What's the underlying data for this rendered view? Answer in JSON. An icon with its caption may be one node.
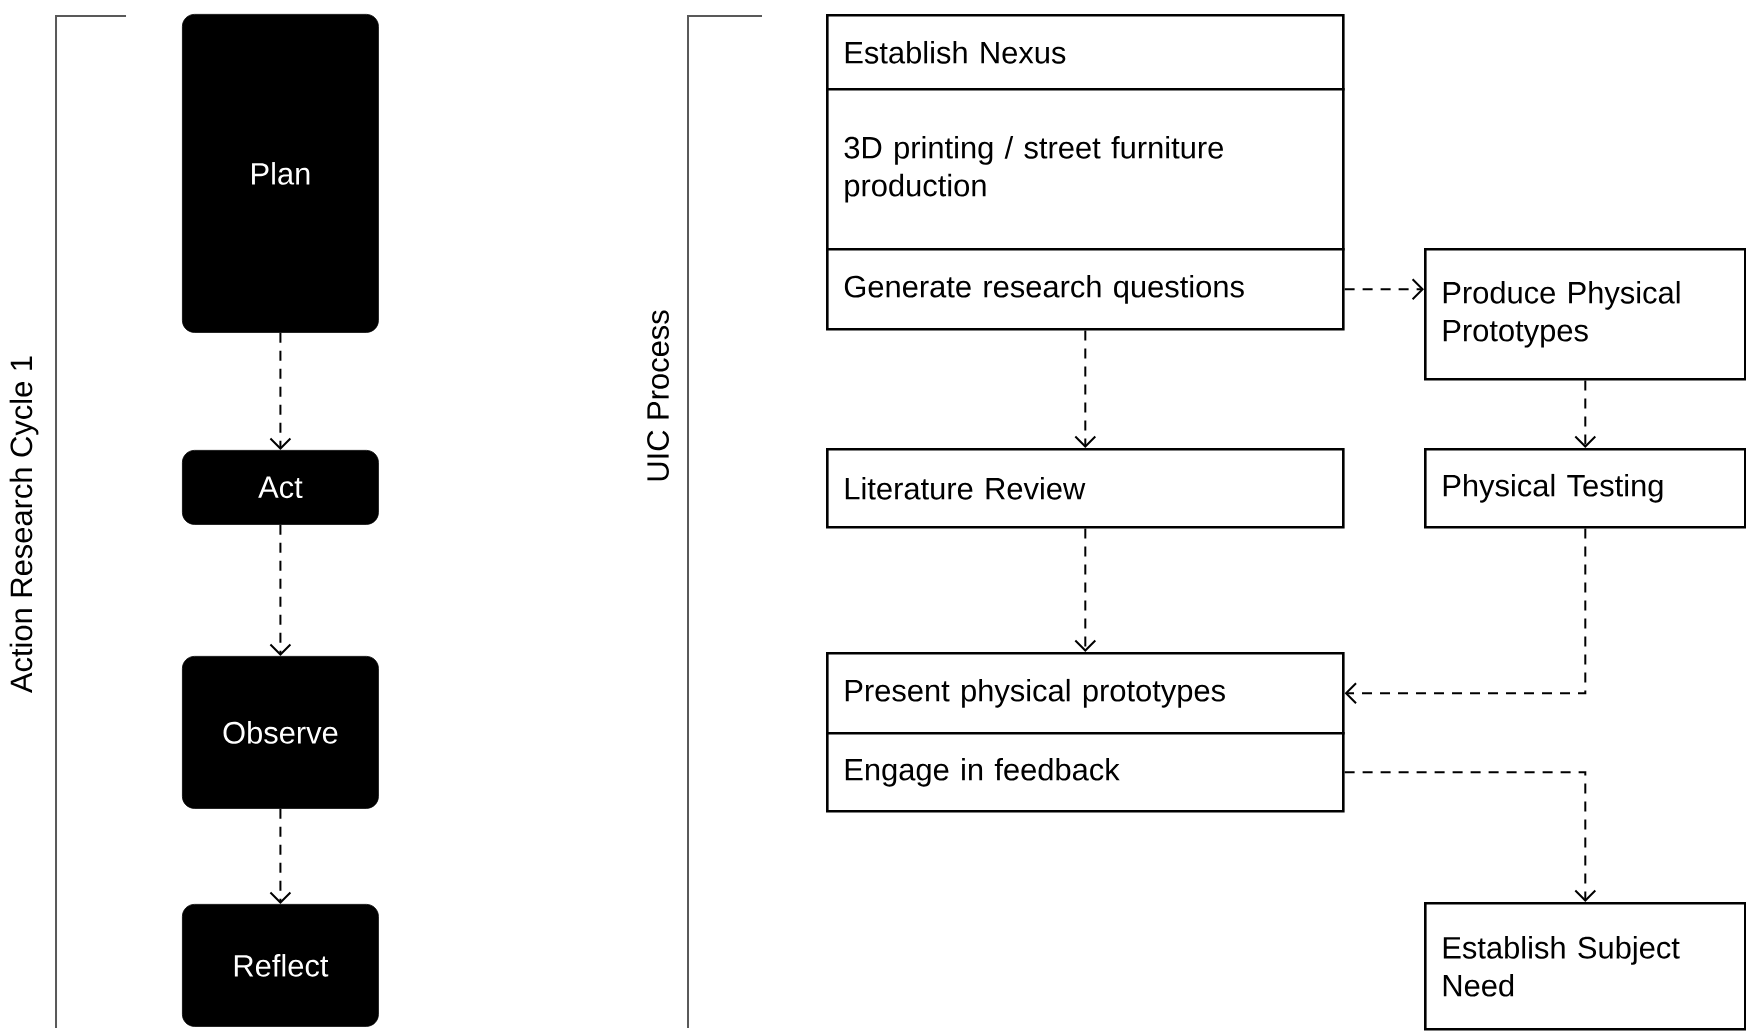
{
  "diagram": {
    "nodes": [
      {
        "text": [
          "Plan"
        ]
      },
      {
        "text": [
          "Act"
        ]
      },
      {
        "text": [
          "Observe"
        ]
      },
      {
        "text": [
          "Reflect"
        ]
      },
      {
        "text": [
          "Establish Nexus"
        ]
      },
      {
        "text": [
          "3D printing / street furniture production"
        ]
      },
      {
        "text": [
          "Generate research questions"
        ]
      },
      {
        "text": [
          "Produce Physical Prototypes"
        ]
      },
      {
        "text": [
          "Literature Review"
        ]
      },
      {
        "text": [
          "Physical Testing"
        ]
      },
      {
        "text": [
          "Present physical prototypes"
        ]
      },
      {
        "text": [
          "Engage in feedback"
        ]
      },
      {
        "text": [
          "Establish Subject Need"
        ]
      }
    ],
    "edges": [
      {
        "from": 0,
        "to": 1,
        "arrow": "to",
        "style": "dashed"
      },
      {
        "from": 1,
        "to": 2,
        "arrow": "to",
        "style": "dashed"
      },
      {
        "from": 2,
        "to": 3,
        "arrow": "to",
        "style": "dashed"
      },
      {
        "from": 6,
        "to": 7,
        "arrow": "to",
        "style": "dashed"
      },
      {
        "from": 6,
        "to": 8,
        "arrow": "to",
        "style": "dashed"
      },
      {
        "from": 7,
        "to": 9,
        "arrow": "to",
        "style": "dashed"
      },
      {
        "from": 8,
        "to": 10,
        "arrow": "to",
        "style": "dashed"
      },
      {
        "from": 9,
        "to": 10,
        "arrow": "to",
        "style": "dashed"
      },
      {
        "from": 11,
        "to": 12,
        "arrow": "to",
        "style": "dashed"
      }
    ],
    "labels": [
      "Action Research Cycle 1",
      "UIC Process"
    ]
  }
}
